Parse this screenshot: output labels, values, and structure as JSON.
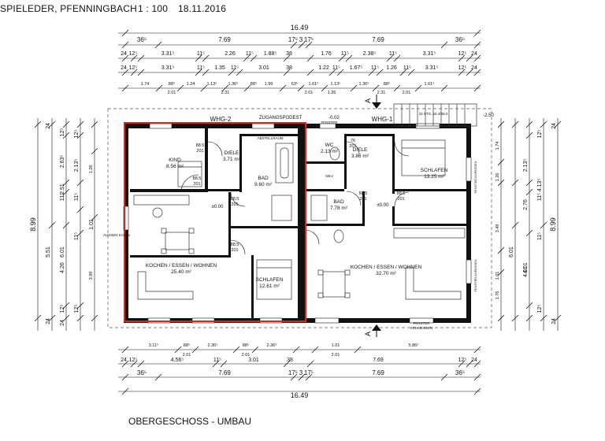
{
  "header": {
    "project": "SPIELEDER, PFENNINGBACH",
    "scale": "1 : 100",
    "date": "18.11.2016"
  },
  "caption": "OBERGESCHOSS - UMBAU",
  "plan": {
    "rooms": [
      {
        "id": "kind",
        "name": "KIND",
        "area": "8.56 m²"
      },
      {
        "id": "diele2",
        "name": "DIELE",
        "area": "3.71 m²"
      },
      {
        "id": "bad2",
        "name": "BAD",
        "area": "9.60 m²"
      },
      {
        "id": "wc",
        "name": "WC",
        "area": "2.13 m²"
      },
      {
        "id": "diele1",
        "name": "DIELE",
        "area": "3.86 m²"
      },
      {
        "id": "schlafen1",
        "name": "SCHLAFEN",
        "area": "13.25 m²"
      },
      {
        "id": "bad1",
        "name": "BAD",
        "area": "7.78 m²"
      },
      {
        "id": "koch2",
        "name": "KOCHEN / ESSEN / WOHNEN",
        "area": "25.40 m²"
      },
      {
        "id": "schlafen2",
        "name": "SCHLAFEN",
        "area": "12.61 m²"
      },
      {
        "id": "koch1",
        "name": "KOCHEN / ESSEN / WOHNEN",
        "area": "32.70 m²"
      }
    ],
    "labels": {
      "whg2": "WHG-2",
      "whg1": "WHG-1",
      "zugangspodest": "ZUGANGSPODEST",
      "fenster_neu": "FENSTER",
      "neu": "NEU",
      "ht_neu": "HT-NEU",
      "ht_anpassen": "HT-ANPASSEN",
      "fenster_schliessen": "FENSTER",
      "schliessen": "SCHLIESSEN",
      "fenster_anpassen": "FENSTER ANPASSEN",
      "aussen_kamin": "AUSSEN KAMIN",
      "abstellraum": "ABSTELLRAUM",
      "stairs": "15 STG. 16.4/28.0",
      "level_0": "±0.00",
      "level_m002": "-0.02",
      "level_m250": "-2.50",
      "section": "A"
    },
    "door_marks": [
      {
        "w": "88.5",
        "h": "201"
      },
      {
        "w": "76",
        "h": "201"
      },
      {
        "w": "88.5",
        "h": "201"
      },
      {
        "w": "88.5",
        "h": "201"
      },
      {
        "w": "88.5",
        "h": "201"
      },
      {
        "w": "88.5",
        "h": "201"
      },
      {
        "w": "88.5",
        "h": "201"
      }
    ],
    "dimensions": {
      "top": {
        "total": "16.49",
        "row2": [
          "36⁵",
          "7.69",
          "17⁵",
          "3",
          "17⁵",
          "7.69",
          "36⁵"
        ],
        "row3": [
          "24",
          "12⁵",
          "3.31⁵",
          "11⁵",
          "2.26",
          "11⁵",
          "1.88⁵",
          "38",
          "1.76",
          "11⁵",
          "2.38⁵",
          "11⁵",
          "3.31⁵",
          "12⁵",
          "24"
        ],
        "row4": [
          "24",
          "12⁵",
          "3.31⁵",
          "11⁵",
          "1.35",
          "11⁵",
          "3.01",
          "38",
          "1.22",
          "11⁵",
          "1.67⁵",
          "11⁵",
          "1.26",
          "11⁵",
          "3.31⁵",
          "12⁵",
          "24"
        ],
        "row5": [
          "1.74",
          "88⁵",
          "1.24",
          "1.13⁵",
          "1.36⁵",
          "88⁵",
          "1.99",
          "63⁵",
          "1.61⁵",
          "1.13⁵",
          "1.36⁵",
          "88⁵",
          "1.61⁵"
        ],
        "row5b": [
          "2.01",
          "2.31",
          "2.01",
          "1.26",
          "2.31",
          "2.01"
        ]
      },
      "bottom": {
        "total": "16.49",
        "row1": [
          "3.11⁵",
          "88⁵",
          "2.36⁵",
          "88⁵",
          "2.36⁵",
          "1.01",
          "5.86⁵"
        ],
        "row1b": [
          "2.01",
          "2.01",
          "2.01"
        ],
        "row2": [
          "24",
          "12⁵",
          "4.56⁵",
          "11⁵",
          "3.01",
          "38",
          "7.69",
          "12⁵",
          "24"
        ],
        "row3": [
          "36⁵",
          "7.69",
          "17⁵",
          "3",
          "17⁵",
          "7.69",
          "36⁵"
        ]
      },
      "left": {
        "total": "8.99",
        "col2": [
          "5.51",
          "3.99"
        ],
        "col3": [
          "2.63⁵",
          "2.51",
          "6.01",
          "4.26",
          "1.01"
        ],
        "col4": [
          "12⁵",
          "2.13⁵",
          "11⁵",
          "11⁵",
          "12⁵"
        ],
        "col5": [
          "1.26",
          "3.99"
        ],
        "outer": [
          "24",
          "12⁵",
          "11⁵",
          "24",
          "12⁵",
          "24"
        ]
      },
      "right": {
        "total": "8.99",
        "col2": [
          "4.13⁵",
          "6.01",
          "4.01"
        ],
        "col3": [
          "2.13⁵",
          "2.76",
          "4.01"
        ],
        "col4": [
          "1.74",
          "1.26",
          "3.49",
          "1.01",
          "1.76"
        ],
        "outer": [
          "24",
          "12⁵",
          "11⁵",
          "11⁵",
          "12⁵",
          "24"
        ]
      }
    }
  }
}
